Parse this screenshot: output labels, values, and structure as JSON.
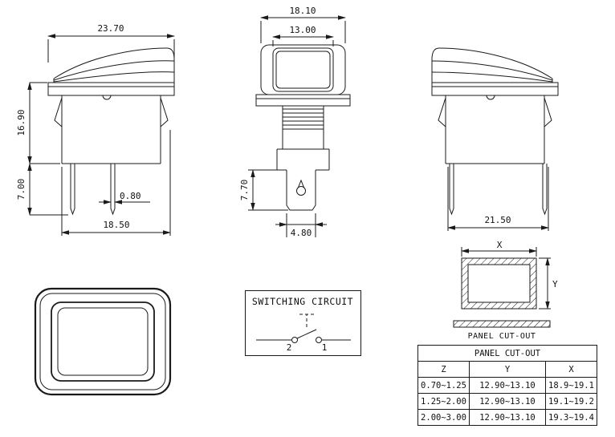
{
  "page": {
    "background": "#ffffff",
    "line_color": "#1a1a1a"
  },
  "side_view_left": {
    "dim_overall_width": "23.70",
    "dim_body_height": "16.90",
    "dim_pin_length": "7.00",
    "dim_pin_thickness": "0.80",
    "dim_pin_span": "18.50"
  },
  "front_view": {
    "dim_bezel_width": "18.10",
    "dim_rocker_width": "13.00",
    "dim_terminal_length": "7.70",
    "dim_terminal_width": "4.80"
  },
  "side_view_right": {
    "dim_pin_span": "21.50"
  },
  "circuit": {
    "title": "SWITCHING CIRCUIT",
    "terminal_2": "2",
    "terminal_1": "1"
  },
  "cutout_figure": {
    "x_label": "X",
    "y_label": "Y",
    "caption": "PANEL CUT-OUT"
  },
  "cutout_table": {
    "title": "PANEL CUT-OUT",
    "columns": [
      "Z",
      "Y",
      "X"
    ],
    "rows": [
      [
        "0.70~1.25",
        "12.90~13.10",
        "18.9~19.1"
      ],
      [
        "1.25~2.00",
        "12.90~13.10",
        "19.1~19.2"
      ],
      [
        "2.00~3.00",
        "12.90~13.10",
        "19.3~19.4"
      ]
    ]
  }
}
